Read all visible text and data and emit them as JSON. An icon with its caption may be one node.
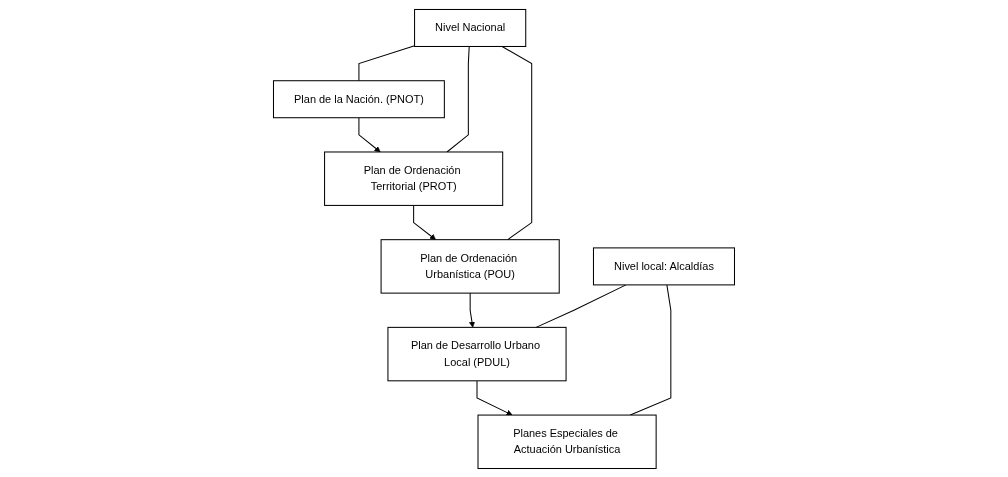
{
  "diagram": {
    "nodes": [
      {
        "text": [
          "Nivel Nacional"
        ]
      },
      {
        "text": [
          "Plan de la Nación. (PNOT)"
        ]
      },
      {
        "text": [
          "Plan de Ordenación Territorial (PROT)"
        ]
      },
      {
        "text": [
          "Plan de Ordenación Urbanística (POU)"
        ]
      },
      {
        "text": [
          "Nivel local: Alcaldías"
        ]
      },
      {
        "text": [
          "Plan de Desarrollo Urbano Local (PDUL)"
        ]
      },
      {
        "text": [
          "Planes Especiales de Actuación Urbanística"
        ]
      }
    ],
    "edges": [
      {
        "from": 0,
        "to": 1,
        "arrow": "none"
      },
      {
        "from": 0,
        "to": 2,
        "arrow": "none"
      },
      {
        "from": 0,
        "to": 3,
        "arrow": "none"
      },
      {
        "from": 1,
        "to": 2,
        "arrow": "to"
      },
      {
        "from": 2,
        "to": 3,
        "arrow": "to"
      },
      {
        "from": 3,
        "to": 5,
        "arrow": "to"
      },
      {
        "from": 4,
        "to": 5,
        "arrow": "none"
      },
      {
        "from": 4,
        "to": 6,
        "arrow": "none"
      },
      {
        "from": 5,
        "to": 6,
        "arrow": "to"
      }
    ]
  }
}
